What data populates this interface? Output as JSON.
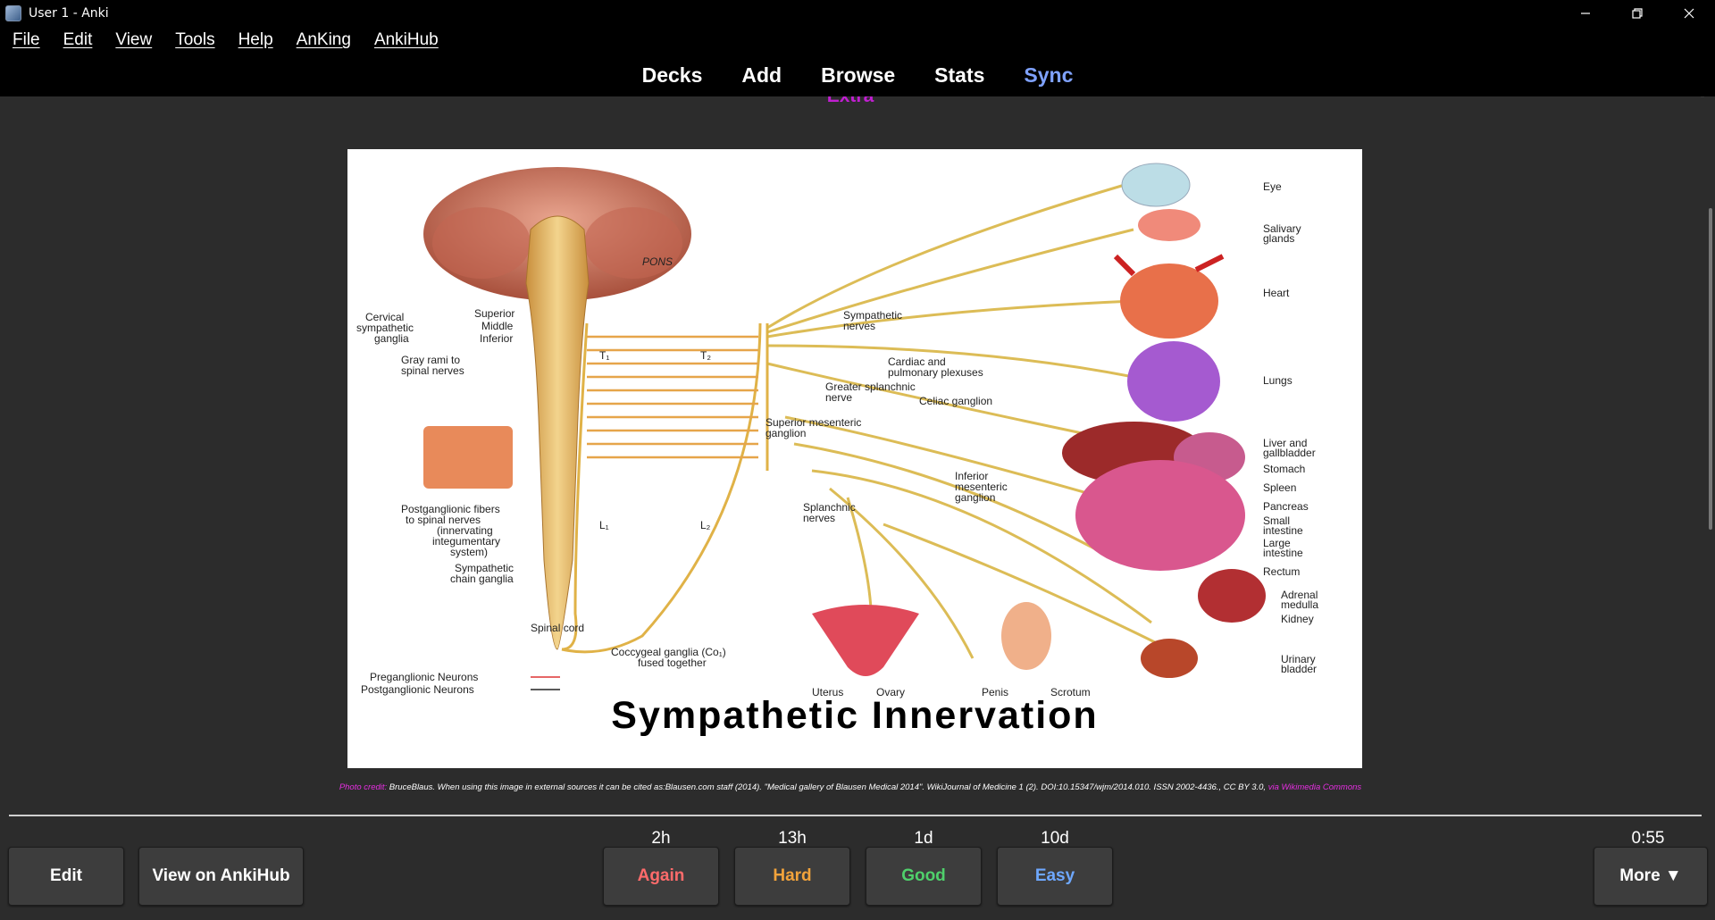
{
  "window": {
    "title": "User 1 - Anki"
  },
  "menu": [
    "File",
    "Edit",
    "View",
    "Tools",
    "Help",
    "AnKing",
    "AnkiHub"
  ],
  "toolbar": {
    "decks": "Decks",
    "add": "Add",
    "browse": "Browse",
    "stats": "Stats",
    "sync": "Sync",
    "sync_color": "#7fa2ff"
  },
  "card": {
    "field_label": "Extra",
    "figure": {
      "title": "Sympathetic Innervation",
      "labels": {
        "pons": "PONS",
        "cervical": "Cervical",
        "sympathetic": "sympathetic",
        "ganglia": "ganglia",
        "superior": "Superior",
        "middle": "Middle",
        "inferior": "Inferior",
        "gray_rami_1": "Gray rami to",
        "gray_rami_2": "spinal nerves",
        "t1_left": "T₁",
        "t1_right": "T₂",
        "l1_left": "L₁",
        "l2_right": "L₂",
        "sympathetic_nerves_1": "Sympathetic",
        "sympathetic_nerves_2": "nerves",
        "cardiac_1": "Cardiac and",
        "cardiac_2": "pulmonary plexuses",
        "greater_1": "Greater splanchnic",
        "greater_2": "nerve",
        "celiac": "Celiac ganglion",
        "sup_mes_1": "Superior mesenteric",
        "sup_mes_2": "ganglion",
        "inf_mes_1": "Inferior",
        "inf_mes_2": "mesenteric",
        "inf_mes_3": "ganglion",
        "splanchnic_1": "Splanchnic",
        "splanchnic_2": "nerves",
        "postgang_1": "Postganglionic fibers",
        "postgang_2": "to spinal nerves",
        "postgang_3": "(innervating",
        "postgang_4": "integumentary",
        "postgang_5": "system)",
        "chain_1": "Sympathetic",
        "chain_2": "chain ganglia",
        "spinal_cord": "Spinal cord",
        "coccygeal_1": "Coccygeal ganglia (Co₁)",
        "coccygeal_2": "fused together",
        "pre_neurons": "Preganglionic Neurons",
        "post_neurons": "Postganglionic Neurons",
        "eye": "Eye",
        "salivary_1": "Salivary",
        "salivary_2": "glands",
        "heart": "Heart",
        "lungs": "Lungs",
        "liver_1": "Liver and",
        "liver_2": "gallbladder",
        "stomach": "Stomach",
        "spleen": "Spleen",
        "pancreas": "Pancreas",
        "small_1": "Small",
        "small_2": "intestine",
        "large_1": "Large",
        "large_2": "intestine",
        "rectum": "Rectum",
        "adrenal_1": "Adrenal",
        "adrenal_2": "medulla",
        "kidney": "Kidney",
        "bladder_1": "Urinary",
        "bladder_2": "bladder",
        "uterus": "Uterus",
        "ovary": "Ovary",
        "penis": "Penis",
        "scrotum": "Scrotum"
      }
    },
    "credit_label": "Photo credit:",
    "credit_text": " BruceBlaus. When using this image in external sources it can be cited as:Blausen.com staff (2014). \"Medical gallery of Blausen Medical 2014\". WikiJournal of Medicine 1 (2). DOI:10.15347/wjm/2014.010. ISSN 2002-4436., CC BY 3.0, ",
    "credit_link": "via Wikimedia Commons"
  },
  "bottom": {
    "edit": "Edit",
    "view_ankihub": "View on AnkiHub",
    "answers": [
      {
        "interval": "2h",
        "label": "Again",
        "color": "#ff6b6b"
      },
      {
        "interval": "13h",
        "label": "Hard",
        "color": "#f2a33b"
      },
      {
        "interval": "1d",
        "label": "Good",
        "color": "#4fd06b"
      },
      {
        "interval": "10d",
        "label": "Easy",
        "color": "#6ea8ff"
      }
    ],
    "timer": "0:55",
    "more": "More ▼"
  }
}
